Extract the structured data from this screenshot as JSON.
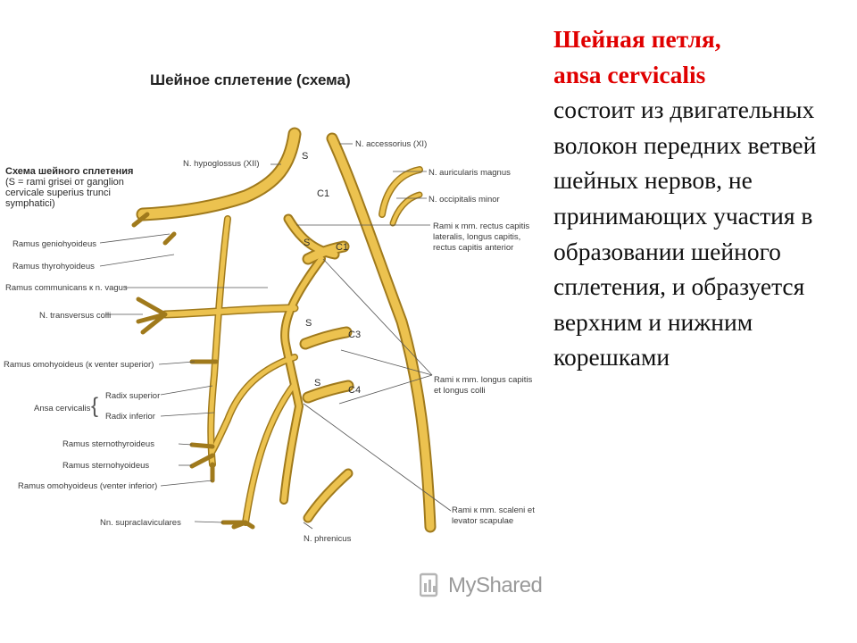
{
  "figure": {
    "title": "Шейное сплетение (схема)",
    "scheme_heading": "Схема шейного сплетения",
    "scheme_note": "(S = rami grisei от ganglion cervicale superius trunci symphatici)"
  },
  "labels": {
    "hypoglossus": "N. hypoglossus (XII)",
    "accessorius": "N. accessorius (XI)",
    "auricularis": "N. auricularis magnus",
    "occipitalis": "N. occipitalis minor",
    "rami_rectus_1": "Rami к mm. rectus capitis",
    "rami_rectus_2": "lateralis, longus capitis,",
    "rami_rectus_3": "rectus capitis anterior",
    "geniohyoideus": "Ramus geniohyoideus",
    "thyrohyoideus": "Ramus thyrohyoideus",
    "communicans": "Ramus communicans к n. vagus",
    "transversus": "N. transversus colli",
    "omohyoideus_sup": "Ramus omohyoideus (к venter superior)",
    "ansa": "Ansa cervicalis",
    "radix_sup": "Radix superior",
    "radix_inf": "Radix inferior",
    "sternothyroideus": "Ramus sternothyroideus",
    "sternohyoideus": "Ramus sternohyoideus",
    "omohyoideus_inf": "Ramus omohyoideus (venter inferior)",
    "supraclaviculares": "Nn. supraclaviculares",
    "phrenicus": "N. phrenicus",
    "rami_longus_1": "Rami к mm. longus capitis",
    "rami_longus_2": "et longus colli",
    "rami_scaleni_1": "Rami к mm. scaleni et",
    "rami_scaleni_2": "levator scapulae"
  },
  "segments": {
    "s": "S",
    "c1a": "C1",
    "c1b": "C1",
    "c3": "C3",
    "c4": "C4"
  },
  "watermark": "MyShared",
  "description": {
    "heading_1": "Шейная петля,",
    "heading_2": "ansa cervicalis",
    "body": "состоит из двигательных волокон передних ветвей шейных нервов, не принимающих участия в образовании шейного сплетения, и образуется верхним и нижним корешками"
  },
  "colors": {
    "nerve_fill": "#ecc24f",
    "nerve_outline": "#a07a1c",
    "heading_red": "#e00000"
  }
}
